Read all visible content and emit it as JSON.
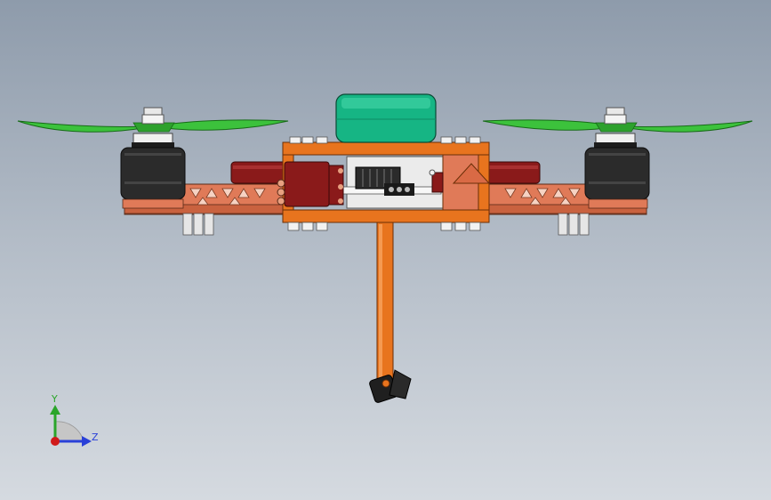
{
  "view": {
    "type": "cad-3d-viewport",
    "background_top": "#8e9bab",
    "background_bottom": "#d5dae0"
  },
  "model": {
    "subject": "quadcopter-assembly",
    "colors": {
      "propeller": "#3cc23c",
      "motor": "#2b2b2b",
      "arm": "#e07a58",
      "frame": "#e8741e",
      "battery": "#16b584",
      "esc": "#8a1a1a",
      "camera": "#1f1f1f",
      "hardware": "#e2e2e2"
    }
  },
  "triad": {
    "y_label": "Y",
    "z_label": "Z",
    "y_color": "#2aa52a",
    "z_color": "#2940d8",
    "x_color": "#d01a1a"
  }
}
